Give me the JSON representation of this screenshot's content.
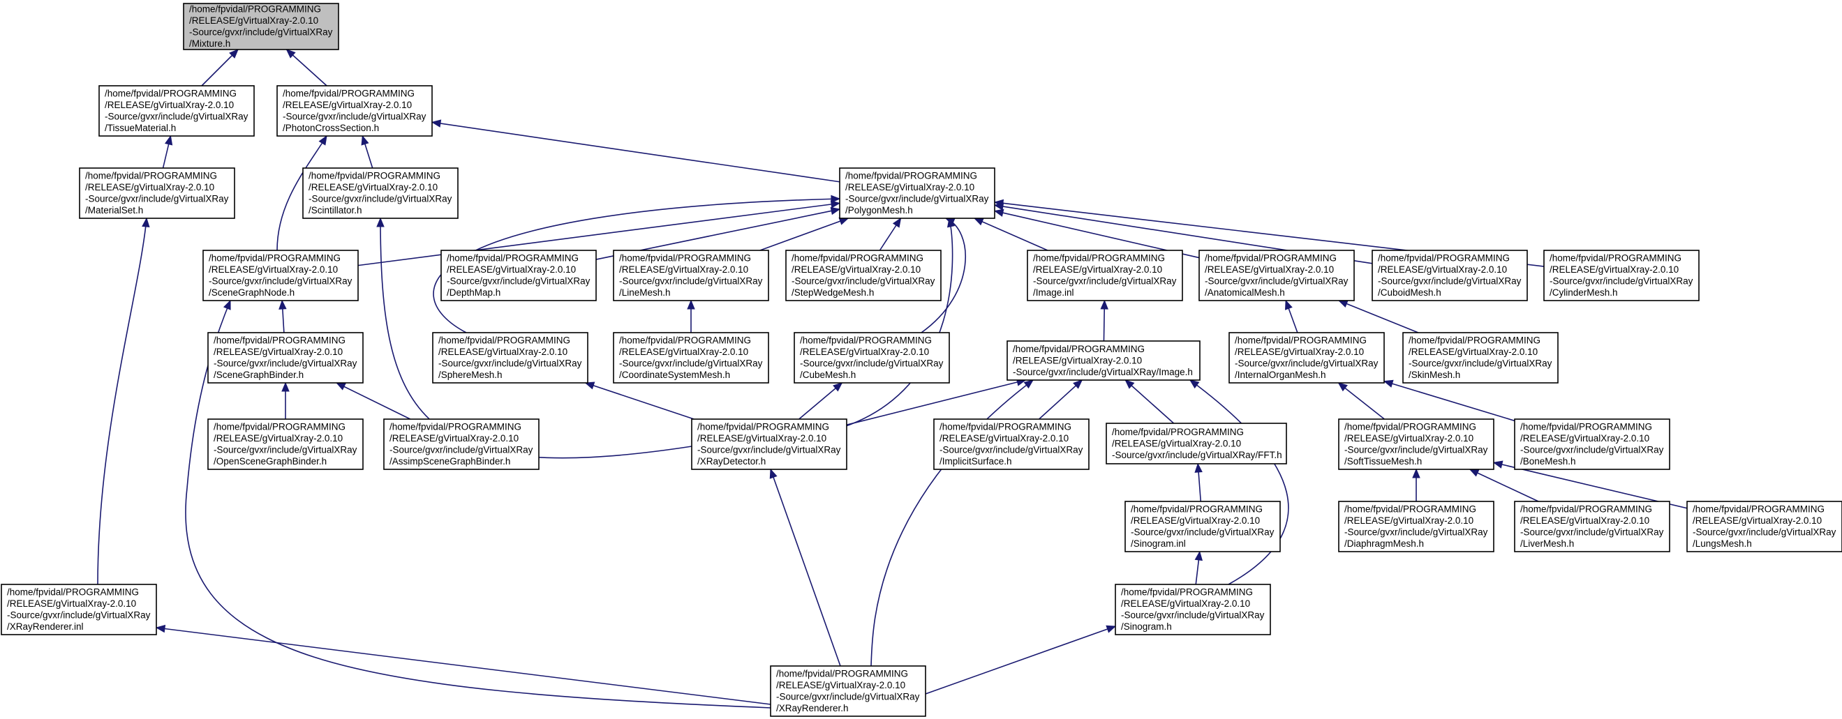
{
  "colors": {
    "edge": "#191970",
    "root_fill": "#bfbfbf",
    "node_fill": "#ffffff",
    "border": "#000000"
  },
  "nodes": {
    "mixture": [
      "/home/fpvidal/PROGRAMMING",
      "/RELEASE/gVirtualXray-2.0.10",
      "-Source/gvxr/include/gVirtualXRay",
      "/Mixture.h"
    ],
    "tissuematerial": [
      "/home/fpvidal/PROGRAMMING",
      "/RELEASE/gVirtualXray-2.0.10",
      "-Source/gvxr/include/gVirtualXRay",
      "/TissueMaterial.h"
    ],
    "photoncrosssection": [
      "/home/fpvidal/PROGRAMMING",
      "/RELEASE/gVirtualXray-2.0.10",
      "-Source/gvxr/include/gVirtualXRay",
      "/PhotonCrossSection.h"
    ],
    "materialset": [
      "/home/fpvidal/PROGRAMMING",
      "/RELEASE/gVirtualXray-2.0.10",
      "-Source/gvxr/include/gVirtualXRay",
      "/MaterialSet.h"
    ],
    "scintillator": [
      "/home/fpvidal/PROGRAMMING",
      "/RELEASE/gVirtualXray-2.0.10",
      "-Source/gvxr/include/gVirtualXRay",
      "/Scintillator.h"
    ],
    "polygonmesh": [
      "/home/fpvidal/PROGRAMMING",
      "/RELEASE/gVirtualXray-2.0.10",
      "-Source/gvxr/include/gVirtualXRay",
      "/PolygonMesh.h"
    ],
    "scenegraphnode": [
      "/home/fpvidal/PROGRAMMING",
      "/RELEASE/gVirtualXray-2.0.10",
      "-Source/gvxr/include/gVirtualXRay",
      "/SceneGraphNode.h"
    ],
    "depthmap": [
      "/home/fpvidal/PROGRAMMING",
      "/RELEASE/gVirtualXray-2.0.10",
      "-Source/gvxr/include/gVirtualXRay",
      "/DepthMap.h"
    ],
    "linemesh": [
      "/home/fpvidal/PROGRAMMING",
      "/RELEASE/gVirtualXray-2.0.10",
      "-Source/gvxr/include/gVirtualXRay",
      "/LineMesh.h"
    ],
    "stepwedgemesh": [
      "/home/fpvidal/PROGRAMMING",
      "/RELEASE/gVirtualXray-2.0.10",
      "-Source/gvxr/include/gVirtualXRay",
      "/StepWedgeMesh.h"
    ],
    "imageinl": [
      "/home/fpvidal/PROGRAMMING",
      "/RELEASE/gVirtualXray-2.0.10",
      "-Source/gvxr/include/gVirtualXRay",
      "/Image.inl"
    ],
    "anatomicalmesh": [
      "/home/fpvidal/PROGRAMMING",
      "/RELEASE/gVirtualXray-2.0.10",
      "-Source/gvxr/include/gVirtualXRay",
      "/AnatomicalMesh.h"
    ],
    "cuboidmesh": [
      "/home/fpvidal/PROGRAMMING",
      "/RELEASE/gVirtualXray-2.0.10",
      "-Source/gvxr/include/gVirtualXRay",
      "/CuboidMesh.h"
    ],
    "cylindermesh": [
      "/home/fpvidal/PROGRAMMING",
      "/RELEASE/gVirtualXray-2.0.10",
      "-Source/gvxr/include/gVirtualXRay",
      "/CylinderMesh.h"
    ],
    "scenegraphbinder": [
      "/home/fpvidal/PROGRAMMING",
      "/RELEASE/gVirtualXray-2.0.10",
      "-Source/gvxr/include/gVirtualXRay",
      "/SceneGraphBinder.h"
    ],
    "spheremesh": [
      "/home/fpvidal/PROGRAMMING",
      "/RELEASE/gVirtualXray-2.0.10",
      "-Source/gvxr/include/gVirtualXRay",
      "/SphereMesh.h"
    ],
    "coordinatesystemmesh": [
      "/home/fpvidal/PROGRAMMING",
      "/RELEASE/gVirtualXray-2.0.10",
      "-Source/gvxr/include/gVirtualXRay",
      "/CoordinateSystemMesh.h"
    ],
    "cubemesh": [
      "/home/fpvidal/PROGRAMMING",
      "/RELEASE/gVirtualXray-2.0.10",
      "-Source/gvxr/include/gVirtualXRay",
      "/CubeMesh.h"
    ],
    "imageh": [
      "/home/fpvidal/PROGRAMMING",
      "/RELEASE/gVirtualXray-2.0.10",
      "-Source/gvxr/include/gVirtualXRay/Image.h"
    ],
    "internalorganmesh": [
      "/home/fpvidal/PROGRAMMING",
      "/RELEASE/gVirtualXray-2.0.10",
      "-Source/gvxr/include/gVirtualXRay",
      "/InternalOrganMesh.h"
    ],
    "skinmesh": [
      "/home/fpvidal/PROGRAMMING",
      "/RELEASE/gVirtualXray-2.0.10",
      "-Source/gvxr/include/gVirtualXRay",
      "/SkinMesh.h"
    ],
    "openscenegraphbinder": [
      "/home/fpvidal/PROGRAMMING",
      "/RELEASE/gVirtualXray-2.0.10",
      "-Source/gvxr/include/gVirtualXRay",
      "/OpenSceneGraphBinder.h"
    ],
    "assimpscenegraphbinder": [
      "/home/fpvidal/PROGRAMMING",
      "/RELEASE/gVirtualXray-2.0.10",
      "-Source/gvxr/include/gVirtualXRay",
      "/AssimpSceneGraphBinder.h"
    ],
    "xraydetector": [
      "/home/fpvidal/PROGRAMMING",
      "/RELEASE/gVirtualXray-2.0.10",
      "-Source/gvxr/include/gVirtualXRay",
      "/XRayDetector.h"
    ],
    "implicitsurface": [
      "/home/fpvidal/PROGRAMMING",
      "/RELEASE/gVirtualXray-2.0.10",
      "-Source/gvxr/include/gVirtualXRay",
      "/ImplicitSurface.h"
    ],
    "ffth": [
      "/home/fpvidal/PROGRAMMING",
      "/RELEASE/gVirtualXray-2.0.10",
      "-Source/gvxr/include/gVirtualXRay/FFT.h"
    ],
    "softtissuemesh": [
      "/home/fpvidal/PROGRAMMING",
      "/RELEASE/gVirtualXray-2.0.10",
      "-Source/gvxr/include/gVirtualXRay",
      "/SoftTissueMesh.h"
    ],
    "bonemesh": [
      "/home/fpvidal/PROGRAMMING",
      "/RELEASE/gVirtualXray-2.0.10",
      "-Source/gvxr/include/gVirtualXRay",
      "/BoneMesh.h"
    ],
    "sinograminl": [
      "/home/fpvidal/PROGRAMMING",
      "/RELEASE/gVirtualXray-2.0.10",
      "-Source/gvxr/include/gVirtualXRay",
      "/Sinogram.inl"
    ],
    "diaphragmmesh": [
      "/home/fpvidal/PROGRAMMING",
      "/RELEASE/gVirtualXray-2.0.10",
      "-Source/gvxr/include/gVirtualXRay",
      "/DiaphragmMesh.h"
    ],
    "livermesh": [
      "/home/fpvidal/PROGRAMMING",
      "/RELEASE/gVirtualXray-2.0.10",
      "-Source/gvxr/include/gVirtualXRay",
      "/LiverMesh.h"
    ],
    "lungsmesh": [
      "/home/fpvidal/PROGRAMMING",
      "/RELEASE/gVirtualXray-2.0.10",
      "-Source/gvxr/include/gVirtualXRay",
      "/LungsMesh.h"
    ],
    "xrayrendererinl": [
      "/home/fpvidal/PROGRAMMING",
      "/RELEASE/gVirtualXray-2.0.10",
      "-Source/gvxr/include/gVirtualXRay",
      "/XRayRenderer.inl"
    ],
    "sinogramh": [
      "/home/fpvidal/PROGRAMMING",
      "/RELEASE/gVirtualXray-2.0.10",
      "-Source/gvxr/include/gVirtualXRay",
      "/Sinogram.h"
    ],
    "xrayrendererh": [
      "/home/fpvidal/PROGRAMMING",
      "/RELEASE/gVirtualXray-2.0.10",
      "-Source/gvxr/include/gVirtualXRay",
      "/XRayRenderer.h"
    ]
  },
  "edges": [
    [
      "tissuematerial",
      "mixture"
    ],
    [
      "photoncrosssection",
      "mixture"
    ],
    [
      "materialset",
      "tissuematerial"
    ],
    [
      "scintillator",
      "photoncrosssection"
    ],
    [
      "scenegraphnode",
      "photoncrosssection"
    ],
    [
      "polygonmesh",
      "photoncrosssection"
    ],
    [
      "xrayrendererinl",
      "materialset"
    ],
    [
      "xraydetector",
      "scintillator"
    ],
    [
      "scenegraphnode",
      "polygonmesh"
    ],
    [
      "spheremesh",
      "polygonmesh"
    ],
    [
      "depthmap",
      "polygonmesh"
    ],
    [
      "linemesh",
      "polygonmesh"
    ],
    [
      "stepwedgemesh",
      "polygonmesh"
    ],
    [
      "cubemesh",
      "polygonmesh"
    ],
    [
      "xraydetector",
      "polygonmesh"
    ],
    [
      "imageinl",
      "polygonmesh"
    ],
    [
      "anatomicalmesh",
      "polygonmesh"
    ],
    [
      "cuboidmesh",
      "polygonmesh"
    ],
    [
      "cylindermesh",
      "polygonmesh"
    ],
    [
      "scenegraphbinder",
      "scenegraphnode"
    ],
    [
      "xrayrendererh",
      "scenegraphnode"
    ],
    [
      "openscenegraphbinder",
      "scenegraphbinder"
    ],
    [
      "assimpscenegraphbinder",
      "scenegraphbinder"
    ],
    [
      "xraydetector",
      "spheremesh"
    ],
    [
      "coordinatesystemmesh",
      "linemesh"
    ],
    [
      "xraydetector",
      "cubemesh"
    ],
    [
      "imageh",
      "imageinl"
    ],
    [
      "internalorganmesh",
      "anatomicalmesh"
    ],
    [
      "skinmesh",
      "anatomicalmesh"
    ],
    [
      "xraydetector",
      "imageh"
    ],
    [
      "xrayrendererh",
      "imageh"
    ],
    [
      "implicitsurface",
      "imageh"
    ],
    [
      "ffth",
      "imageh"
    ],
    [
      "sinogramh",
      "imageh"
    ],
    [
      "softtissuemesh",
      "internalorganmesh"
    ],
    [
      "bonemesh",
      "internalorganmesh"
    ],
    [
      "xrayrendererh",
      "xraydetector"
    ],
    [
      "sinograminl",
      "ffth"
    ],
    [
      "sinogramh",
      "sinograminl"
    ],
    [
      "diaphragmmesh",
      "softtissuemesh"
    ],
    [
      "livermesh",
      "softtissuemesh"
    ],
    [
      "lungsmesh",
      "softtissuemesh"
    ],
    [
      "xrayrendererh",
      "xrayrendererinl"
    ],
    [
      "xrayrendererh",
      "sinogramh"
    ]
  ]
}
